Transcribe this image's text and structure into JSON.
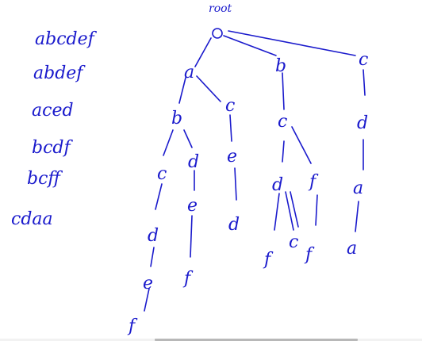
{
  "words": [
    "abcdef",
    "abdef",
    "aced",
    "bcdf",
    "bcff",
    "cdaa"
  ],
  "root_label": "root",
  "trie": {
    "a": "a",
    "b": "b",
    "c": "c",
    "ab": "b",
    "ac": "c",
    "abc": "c",
    "abd": "d",
    "abcd": "d",
    "abcde": "e",
    "abcdef": "f",
    "abde": "e",
    "abdef": "f",
    "ace": "e",
    "aced": "d",
    "bc": "c",
    "bcd": "d",
    "bcf": "f",
    "bcdf": "f",
    "bcdc": "c",
    "bcff": "f",
    "cd": "d",
    "cda": "a",
    "cdaa": "a"
  },
  "colors": {
    "ink": "#1a1acc",
    "background": "#ffffff"
  }
}
